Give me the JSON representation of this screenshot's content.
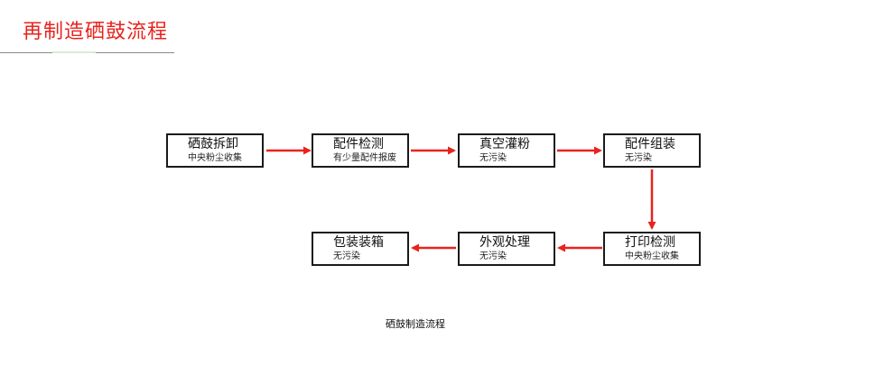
{
  "header": {
    "title": "再制造硒鼓流程"
  },
  "colors": {
    "title": "#e8231e",
    "arrow": "#e8231e",
    "box_border": "#1a1a1a"
  },
  "steps": [
    {
      "title": "硒鼓拆卸",
      "note": "中央粉尘收集"
    },
    {
      "title": "配件检测",
      "note": "有少量配件报废"
    },
    {
      "title": "真空灌粉",
      "note": "无污染"
    },
    {
      "title": "配件组装",
      "note": "无污染"
    },
    {
      "title": "打印检测",
      "note": "中央粉尘收集"
    },
    {
      "title": "外观处理",
      "note": "无污染"
    },
    {
      "title": "包装装箱",
      "note": "无污染"
    }
  ],
  "caption": "硒鼓制造流程"
}
